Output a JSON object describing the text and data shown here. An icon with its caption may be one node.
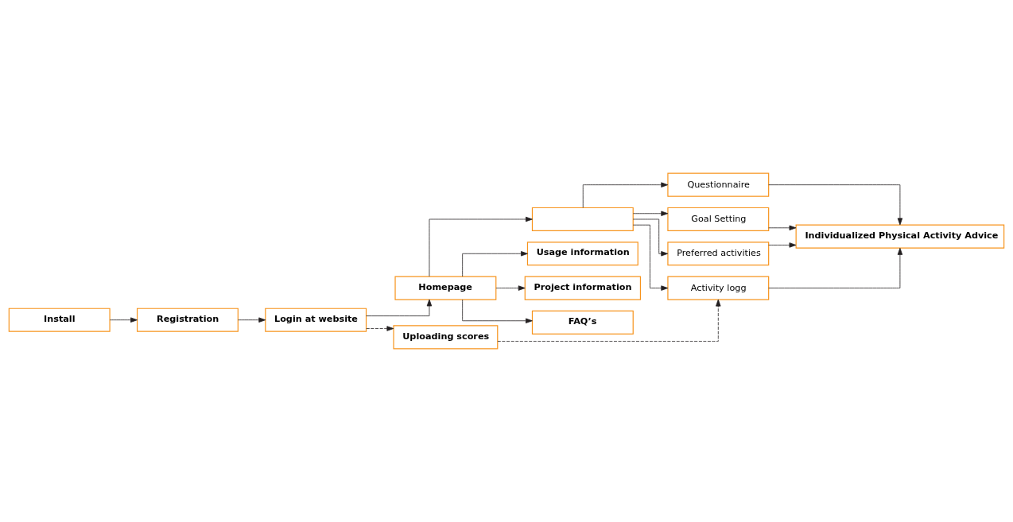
{
  "diagram": {
    "nodes": [
      {
        "text": [
          "Install"
        ]
      },
      {
        "text": [
          "Registration"
        ]
      },
      {
        "text": [
          "Login at website"
        ]
      },
      {
        "text": [
          "Homepage"
        ]
      },
      {
        "text": [],
        "shape": "box"
      },
      {
        "text": [
          "Questionnaire"
        ]
      },
      {
        "text": [
          "Goal Setting"
        ]
      },
      {
        "text": [
          "Activity logg"
        ]
      },
      {
        "text": [
          "Preferred activities"
        ]
      },
      {
        "text": [
          "Individualized Physical Activity Advice"
        ]
      },
      {
        "text": [
          "Uploading scores"
        ]
      },
      {
        "text": [
          "Usage information"
        ]
      },
      {
        "text": [
          "Project information"
        ]
      },
      {
        "text": [
          "FAQ’s"
        ]
      }
    ],
    "edges": [
      {
        "from": 0,
        "to": 1,
        "arrow": "to"
      },
      {
        "from": 1,
        "to": 2,
        "arrow": "to"
      },
      {
        "from": 2,
        "to": 3,
        "arrow": "to"
      },
      {
        "from": 2,
        "to": 10,
        "arrow": "to",
        "style": "dashed"
      },
      {
        "from": 3,
        "to": 4,
        "arrow": "to"
      },
      {
        "from": 4,
        "to": 5,
        "arrow": "to"
      },
      {
        "from": 4,
        "to": 6,
        "arrow": "to"
      },
      {
        "from": 4,
        "to": 7,
        "arrow": "to"
      },
      {
        "from": 4,
        "to": 8,
        "arrow": "to"
      },
      {
        "from": 10,
        "to": 7,
        "arrow": "to",
        "style": "dashed"
      },
      {
        "from": 5,
        "to": 9,
        "arrow": "to"
      },
      {
        "from": 6,
        "to": 9,
        "arrow": "to"
      },
      {
        "from": 7,
        "to": 9,
        "arrow": "to"
      },
      {
        "from": 8,
        "to": 9,
        "arrow": "to"
      },
      {
        "from": 3,
        "to": 11,
        "arrow": "to"
      },
      {
        "from": 3,
        "to": 12,
        "arrow": "to"
      },
      {
        "from": 3,
        "to": 13,
        "arrow": "to"
      }
    ]
  }
}
